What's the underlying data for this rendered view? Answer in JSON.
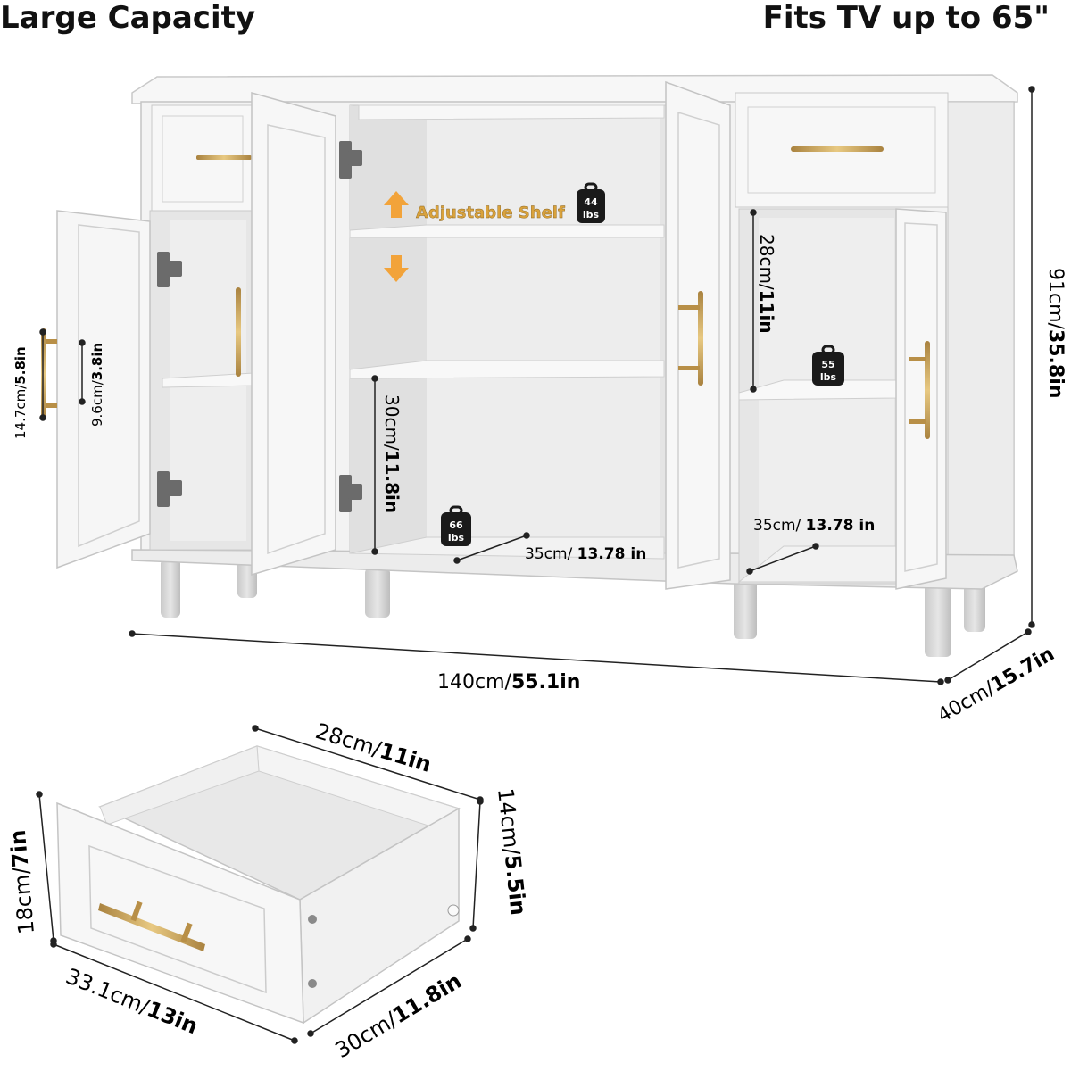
{
  "headings": {
    "left": "Large Capacity",
    "right": "Fits TV up to 65\""
  },
  "labels": {
    "adjustable_shelf": "Adjustable Shelf"
  },
  "weights": [
    {
      "value": "44",
      "unit": "lbs"
    },
    {
      "value": "55",
      "unit": "lbs"
    },
    {
      "value": "66",
      "unit": "lbs"
    }
  ],
  "dimensions": {
    "width": {
      "metric": "140cm/",
      "imperial": "55.1in"
    },
    "height": {
      "metric": "91cm/",
      "imperial": "35.8in"
    },
    "depth": {
      "metric": "40cm/",
      "imperial": "15.7in"
    },
    "handle_long": {
      "metric": "14.7cm/",
      "imperial": "5.8in"
    },
    "handle_span": {
      "metric": "9.6cm/",
      "imperial": "3.8in"
    },
    "center_bottom_height": {
      "metric": "30cm/",
      "imperial": "11.8in"
    },
    "right_upper_height": {
      "metric": "28cm/",
      "imperial": "11in"
    },
    "center_shelf_depth": {
      "metric": "35cm/ ",
      "imperial": "13.78 in"
    },
    "right_shelf_depth": {
      "metric": "35cm/ ",
      "imperial": "13.78 in"
    },
    "drawer_inner_depth": {
      "metric": "28cm/",
      "imperial": "11in"
    },
    "drawer_height_inner": {
      "metric": "14cm/",
      "imperial": "5.5in"
    },
    "drawer_height_outer": {
      "metric": "18cm/",
      "imperial": "7in"
    },
    "drawer_width": {
      "metric": "33.1cm/",
      "imperial": "13in"
    },
    "drawer_depth": {
      "metric": "30cm/",
      "imperial": "11.8in"
    }
  },
  "colors": {
    "cabinet": "#f4f4f4",
    "cabinet_shadow": "#d9d9d9",
    "interior": "#e9e9e9",
    "outline": "#b5b5b5",
    "gold": "#c9a25a",
    "arrow": "#f2a33a",
    "label_gold": "#d9a23c",
    "weight_icon": "#1a1a1a"
  }
}
